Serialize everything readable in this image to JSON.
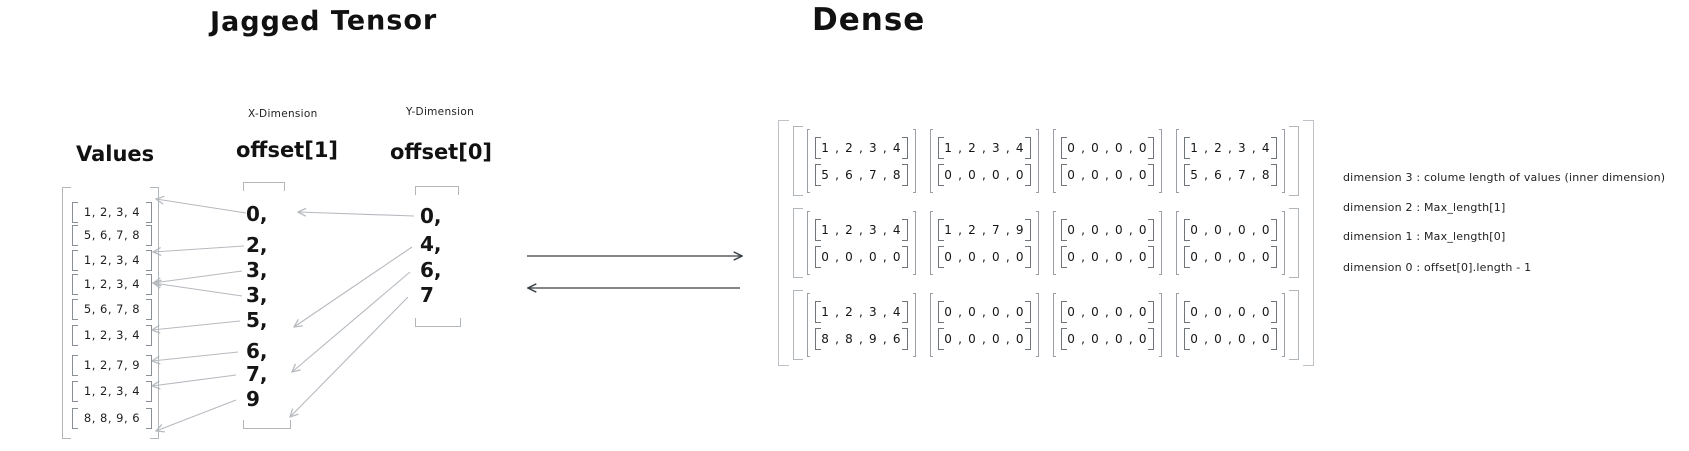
{
  "titles": {
    "jagged": "Jagged Tensor",
    "dense": "Dense"
  },
  "jagged": {
    "values_label": "Values",
    "x_dimension_label": "X-Dimension",
    "y_dimension_label": "Y-Dimension",
    "offset1_label": "offset[1]",
    "offset0_label": "offset[0]",
    "values_rows": [
      [
        1,
        2,
        3,
        4
      ],
      [
        5,
        6,
        7,
        8
      ],
      [
        1,
        2,
        3,
        4
      ],
      [
        1,
        2,
        3,
        4
      ],
      [
        5,
        6,
        7,
        8
      ],
      [
        1,
        2,
        3,
        4
      ],
      [
        1,
        2,
        7,
        9
      ],
      [
        1,
        2,
        3,
        4
      ],
      [
        8,
        8,
        9,
        6
      ]
    ],
    "offset1": [
      0,
      2,
      3,
      3,
      5,
      6,
      7,
      9
    ],
    "offset1_display": [
      "0,",
      "2,",
      "3,",
      "3,",
      "5,",
      "6,",
      "7,",
      "9"
    ],
    "offset0": [
      0,
      4,
      6,
      7
    ],
    "offset0_display": [
      "0,",
      "4,",
      "6,",
      "7"
    ]
  },
  "dense": {
    "grid": [
      [
        [
          [
            1,
            2,
            3,
            4
          ],
          [
            5,
            6,
            7,
            8
          ]
        ],
        [
          [
            1,
            2,
            3,
            4
          ],
          [
            0,
            0,
            0,
            0
          ]
        ],
        [
          [
            0,
            0,
            0,
            0
          ],
          [
            0,
            0,
            0,
            0
          ]
        ],
        [
          [
            1,
            2,
            3,
            4
          ],
          [
            5,
            6,
            7,
            8
          ]
        ]
      ],
      [
        [
          [
            1,
            2,
            3,
            4
          ],
          [
            0,
            0,
            0,
            0
          ]
        ],
        [
          [
            1,
            2,
            7,
            9
          ],
          [
            0,
            0,
            0,
            0
          ]
        ],
        [
          [
            0,
            0,
            0,
            0
          ],
          [
            0,
            0,
            0,
            0
          ]
        ],
        [
          [
            0,
            0,
            0,
            0
          ],
          [
            0,
            0,
            0,
            0
          ]
        ]
      ],
      [
        [
          [
            1,
            2,
            3,
            4
          ],
          [
            8,
            8,
            9,
            6
          ]
        ],
        [
          [
            0,
            0,
            0,
            0
          ],
          [
            0,
            0,
            0,
            0
          ]
        ],
        [
          [
            0,
            0,
            0,
            0
          ],
          [
            0,
            0,
            0,
            0
          ]
        ],
        [
          [
            0,
            0,
            0,
            0
          ],
          [
            0,
            0,
            0,
            0
          ]
        ]
      ]
    ]
  },
  "annotations": [
    "dimension 3 : colume length of values (inner dimension)",
    "dimension 2 : Max_length[1]",
    "dimension 1  : Max_length[0]",
    "dimension 0 : offset[0].length - 1"
  ],
  "colors": {
    "ink": "#1e1e1e",
    "bracket": "#9aa0a6",
    "arrow": "#b6babf",
    "dark_arrow": "#3a3f44"
  }
}
